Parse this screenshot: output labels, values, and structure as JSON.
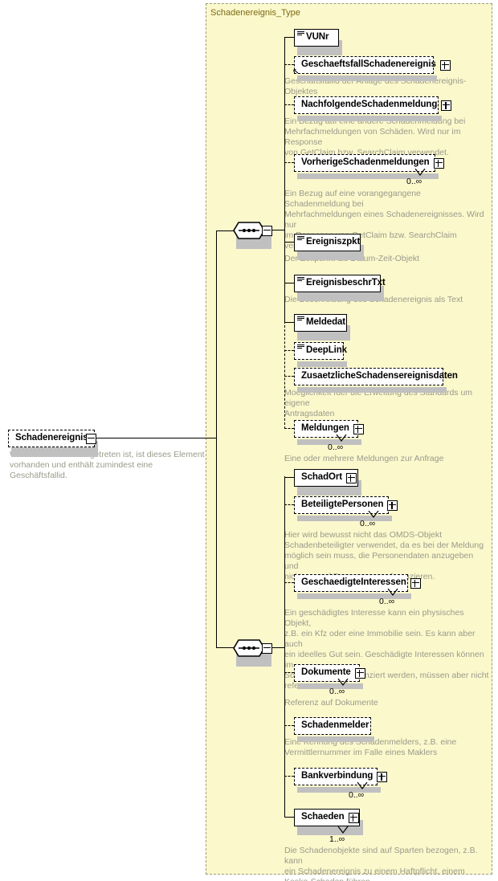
{
  "diagram": {
    "kind": "xml-schema-diagram",
    "root": {
      "name": "Schadenereignis",
      "annotation": "Wenn kein Fehler aufgetreten ist, ist dieses Element\nvorhanden und enthält zumindest eine Geschäftsfallid.",
      "optional": true,
      "expander": "minus-icon"
    },
    "type_label": "Schadenereignis_Type",
    "compositors": [
      {
        "id": "sequence-1",
        "kind": "sequence",
        "expander": "minus-icon"
      },
      {
        "id": "sequence-2",
        "kind": "sequence",
        "expander": "minus-icon"
      }
    ],
    "nodes": [
      {
        "name": "VUNr",
        "style": "solid",
        "glyph": "simple-type-icon",
        "expander": "none",
        "occurs": "",
        "annotation": ""
      },
      {
        "name": "GeschaeftsfallSchadenereignis",
        "style": "dashed",
        "glyph": "reference-arrow-icon",
        "expander": "plus-icon",
        "occurs": "",
        "annotation": "Geschäftsfallid der Anlage des Schadenereignis-Objektes"
      },
      {
        "name": "NachfolgendeSchadenmeldung",
        "style": "dashed",
        "glyph": "none",
        "expander": "plus-icon",
        "occurs": "",
        "annotation": "Ein Bezug auf eine andere Schadenmeldung bei\nMehrfachmeldungen von Schäden. Wird nur im Response\nvon GetClaim bzw. SearchClaim verwendet."
      },
      {
        "name": "VorherigeSchadenmeldungen",
        "style": "dashed",
        "glyph": "none",
        "expander": "plus-icon",
        "occurs": "0..∞",
        "annotation": "Ein Bezug auf eine vorangegangene Schadenmeldung bei\nMehrfachmeldungen eines Schadenereignisses. Wird nur\nim Response von GetClaim bzw. SearchClaim\nverwendet."
      },
      {
        "name": "Ereigniszpkt",
        "style": "solid",
        "glyph": "simple-type-icon",
        "expander": "none",
        "occurs": "",
        "annotation": "Der Zeitpunkt als Datum-Zeit-Objekt"
      },
      {
        "name": "EreignisbeschrTxt",
        "style": "solid",
        "glyph": "simple-type-icon",
        "expander": "none",
        "occurs": "",
        "annotation": "Die Beschreibung des Schadenereignis als Text"
      },
      {
        "name": "Meldedat",
        "style": "solid",
        "glyph": "simple-type-icon",
        "expander": "none",
        "occurs": "",
        "annotation": ""
      },
      {
        "name": "DeepLink",
        "style": "dashed",
        "glyph": "simple-type-icon",
        "expander": "none",
        "occurs": "",
        "annotation": ""
      },
      {
        "name": "ZusaetzlicheSchadensereignisdaten",
        "style": "dashed",
        "glyph": "none",
        "expander": "none",
        "occurs": "",
        "annotation": "Moeglichkeit fuer die Erweitung des Standards um eigene\nAntragsdaten"
      },
      {
        "name": "Meldungen",
        "style": "dashed",
        "glyph": "none",
        "expander": "plus-icon",
        "occurs": "0..∞",
        "annotation": "Eine oder mehrere Meldungen zur Anfrage"
      },
      {
        "name": "SchadOrt",
        "style": "solid",
        "glyph": "none",
        "expander": "plus-icon",
        "occurs": "",
        "annotation": ""
      },
      {
        "name": "BeteiligtePersonen",
        "style": "dashed",
        "glyph": "none",
        "expander": "plus-icon",
        "occurs": "0..∞",
        "annotation": "Hier wird bewusst nicht das OMDS-Objekt\nSchadenbeteiligter verwendet, da es bei der Meldung\nmöglich sein muss, die Personendaten anzugeben und\nnicht nur auf Personen zu referenzieren."
      },
      {
        "name": "GeschaedigteInteressen",
        "style": "dashed",
        "glyph": "none",
        "expander": "plus-icon",
        "occurs": "0..∞",
        "annotation": "Ein geschädigtes Interesse kann ein physisches Objekt,\nz.B. ein Kfz oder eine Immobilie sein. Es kann aber auch\nein ideelles Gut sein. Geschädigte Interessen können im\nSchadenobjekt referenziert werden, müssen aber nicht\nreferenziert werden."
      },
      {
        "name": "Dokumente",
        "style": "dashed",
        "glyph": "none",
        "expander": "plus-icon",
        "occurs": "0..∞",
        "annotation": "Referenz auf Dokumente"
      },
      {
        "name": "Schadenmelder",
        "style": "dashed",
        "glyph": "none",
        "expander": "none",
        "occurs": "",
        "annotation": "Eine Kennung des Schadenmelders, z.B. eine\nVermittlernummer im Falle eines Maklers"
      },
      {
        "name": "Bankverbindung",
        "style": "dashed",
        "glyph": "none",
        "expander": "plus-icon",
        "occurs": "0..∞",
        "annotation": ""
      },
      {
        "name": "Schaeden",
        "style": "solid",
        "glyph": "none",
        "expander": "plus-icon",
        "occurs": "1..∞",
        "annotation": "Die Schadenobjekte sind auf Sparten bezogen, z.B. kann\nein Schadenereignis zu einem Haftpflicht, einem\nKasko-Schaden führen."
      }
    ],
    "colors": {
      "type_background": "#fbf8cc",
      "type_border": "#9a9a7a",
      "type_title_text": "#7d6a12",
      "node_background": "#ffffff",
      "node_border": "#000000",
      "node_text": "#000000",
      "annotation_text": "#9a9a8a",
      "shadow": "#c0c0c0",
      "connector": "#000000",
      "page_background": "#ffffff"
    }
  }
}
